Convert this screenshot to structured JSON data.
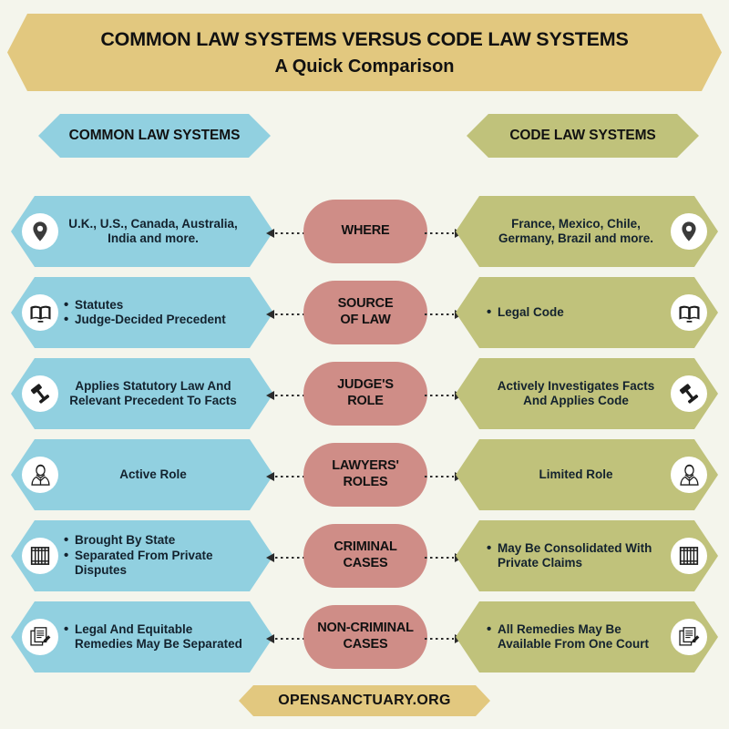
{
  "title": {
    "line1": "COMMON LAW SYSTEMS VERSUS CODE LAW SYSTEMS",
    "line2": "A Quick Comparison"
  },
  "columns": {
    "left_header": "COMMON LAW SYSTEMS",
    "right_header": "CODE LAW SYSTEMS"
  },
  "footer": {
    "text": "OPENSANCTUARY.ORG"
  },
  "colors": {
    "background": "#f4f5ec",
    "banner": "#e2c87f",
    "left_column": "#91d0e0",
    "right_column": "#c0c27b",
    "center_pill": "#cf8d87",
    "text_dark": "#13222e"
  },
  "rows": [
    {
      "center": "WHERE",
      "icon": "location-pin-icon",
      "left": {
        "type": "plain",
        "text": "U.K., U.S., Canada, Australia, India and more."
      },
      "right": {
        "type": "plain",
        "text": "France, Mexico, Chile, Germany, Brazil and more."
      }
    },
    {
      "center": "SOURCE\nOF LAW",
      "icon": "open-book-icon",
      "left": {
        "type": "bullets",
        "items": [
          "Statutes",
          "Judge-Decided Precedent"
        ]
      },
      "right": {
        "type": "bullets",
        "items": [
          "Legal Code"
        ]
      }
    },
    {
      "center": "JUDGE'S\nROLE",
      "icon": "gavel-icon",
      "left": {
        "type": "plain",
        "text": "Applies Statutory Law And Relevant Precedent To Facts"
      },
      "right": {
        "type": "plain",
        "text": "Actively Investigates Facts And Applies Code"
      }
    },
    {
      "center": "LAWYERS'\nROLES",
      "icon": "lawyer-icon",
      "left": {
        "type": "plain",
        "text": "Active Role"
      },
      "right": {
        "type": "plain",
        "text": "Limited Role"
      }
    },
    {
      "center": "CRIMINAL\nCASES",
      "icon": "prison-bars-icon",
      "left": {
        "type": "bullets",
        "items": [
          "Brought By State",
          "Separated From Private Disputes"
        ]
      },
      "right": {
        "type": "bullets",
        "items": [
          "May Be Consolidated With Private Claims"
        ]
      }
    },
    {
      "center": "NON-CRIMINAL\nCASES",
      "icon": "document-pen-icon",
      "left": {
        "type": "bullets",
        "items": [
          "Legal And Equitable Remedies May Be Separated"
        ]
      },
      "right": {
        "type": "bullets",
        "items": [
          "All Remedies May Be Available From One Court"
        ]
      }
    }
  ]
}
